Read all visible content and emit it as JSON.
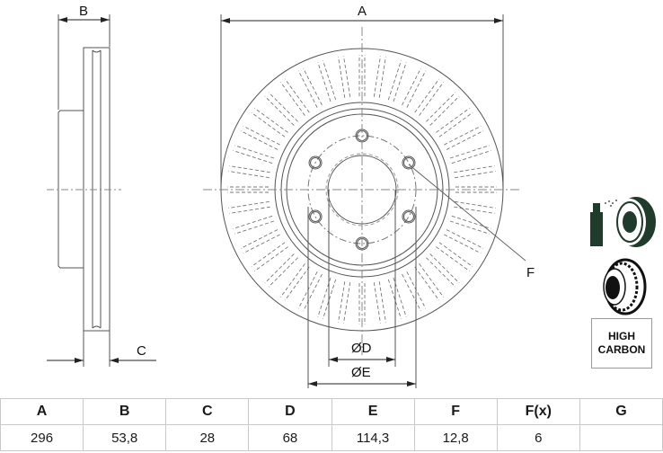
{
  "drawing": {
    "title": "Brake disc technical drawing",
    "dimension_labels": {
      "A": "A",
      "B": "B",
      "C": "C",
      "D": "ØD",
      "E": "ØE",
      "F": "F"
    },
    "icons": [
      {
        "name": "coated-disc-spray-icon",
        "meaning": "coated brake disc"
      },
      {
        "name": "vented-disc-icon",
        "meaning": "internally ventilated disc"
      }
    ],
    "badge": {
      "line1": "HIGH",
      "line2": "CARBON"
    }
  },
  "spec_table": {
    "headers": [
      "A",
      "B",
      "C",
      "D",
      "E",
      "F",
      "F(x)",
      "G"
    ],
    "values": [
      "296",
      "53,8",
      "28",
      "68",
      "114,3",
      "12,8",
      "6",
      ""
    ]
  }
}
